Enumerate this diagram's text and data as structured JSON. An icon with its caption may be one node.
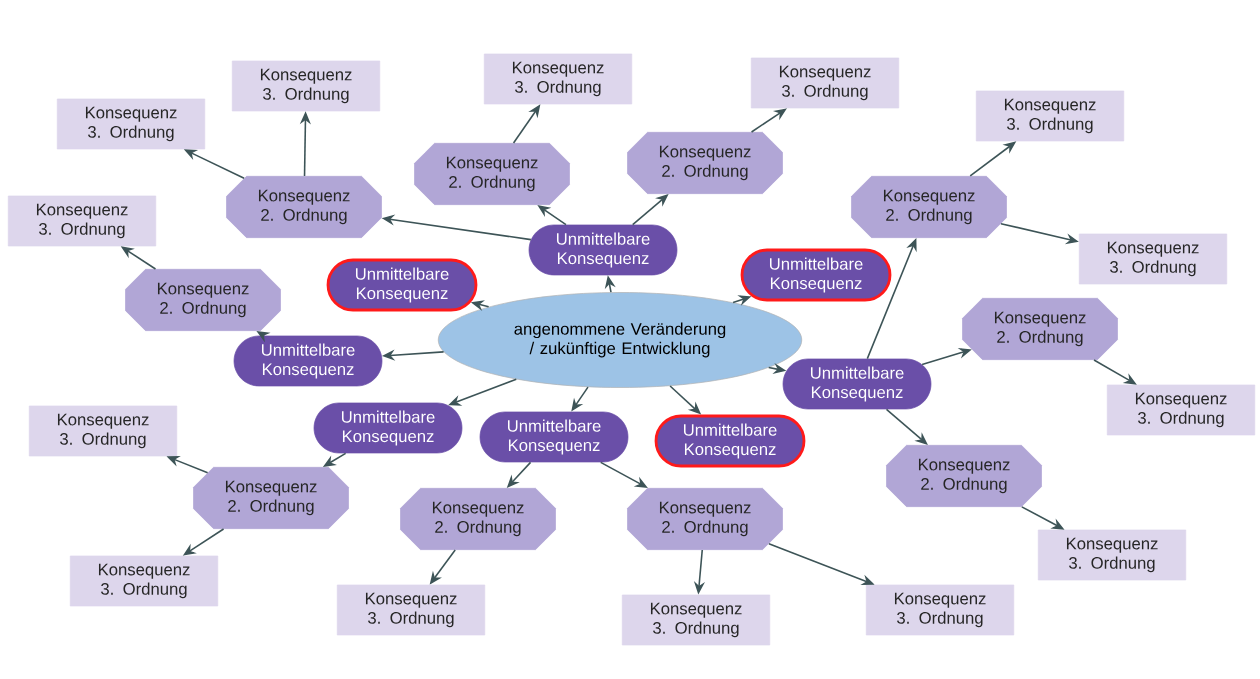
{
  "diagram": {
    "nodes": [
      {
        "text": [
          "angenommene Veränderung / zukünftige Entwicklung"
        ]
      },
      {
        "text": [
          "Unmittelbare Konsequenz"
        ]
      },
      {
        "text": [
          "Unmittelbare Konsequenz"
        ]
      },
      {
        "text": [
          "Unmittelbare Konsequenz"
        ]
      },
      {
        "text": [
          "Unmittelbare Konsequenz"
        ]
      },
      {
        "text": [
          "Unmittelbare Konsequenz"
        ]
      },
      {
        "text": [
          "Unmittelbare Konsequenz"
        ]
      },
      {
        "text": [
          "Unmittelbare Konsequenz"
        ]
      },
      {
        "text": [
          "Unmittelbare Konsequenz"
        ]
      },
      {
        "text": [
          "Konsequenz 2. Ordnung"
        ]
      },
      {
        "text": [
          "Konsequenz 2. Ordnung"
        ]
      },
      {
        "text": [
          "Konsequenz 2. Ordnung"
        ]
      },
      {
        "text": [
          "Konsequenz 2. Ordnung"
        ]
      },
      {
        "text": [
          "Konsequenz 2. Ordnung"
        ]
      },
      {
        "text": [
          "Konsequenz 2. Ordnung"
        ]
      },
      {
        "text": [
          "Konsequenz 2. Ordnung"
        ]
      },
      {
        "text": [
          "Konsequenz 2. Ordnung"
        ]
      },
      {
        "text": [
          "Konsequenz 2. Ordnung"
        ]
      },
      {
        "text": [
          "Konsequenz 2. Ordnung"
        ]
      },
      {
        "text": [
          "Konsequenz 3. Ordnung"
        ]
      },
      {
        "text": [
          "Konsequenz 3. Ordnung"
        ]
      },
      {
        "text": [
          "Konsequenz 3. Ordnung"
        ]
      },
      {
        "text": [
          "Konsequenz 3. Ordnung"
        ]
      },
      {
        "text": [
          "Konsequenz 3. Ordnung"
        ]
      },
      {
        "text": [
          "Konsequenz 3. Ordnung"
        ]
      },
      {
        "text": [
          "Konsequenz 3. Ordnung"
        ]
      },
      {
        "text": [
          "Konsequenz 3. Ordnung"
        ]
      },
      {
        "text": [
          "Konsequenz 3. Ordnung"
        ]
      },
      {
        "text": [
          "Konsequenz 3. Ordnung"
        ]
      },
      {
        "text": [
          "Konsequenz 3. Ordnung"
        ]
      },
      {
        "text": [
          "Konsequenz 3. Ordnung"
        ]
      },
      {
        "text": [
          "Konsequenz 3. Ordnung"
        ]
      },
      {
        "text": [
          "Konsequenz 3. Ordnung"
        ]
      }
    ],
    "edges": [
      {
        "from": 0,
        "to": 1,
        "arrow": "to"
      },
      {
        "from": 0,
        "to": 2,
        "arrow": "to"
      },
      {
        "from": 0,
        "to": 3,
        "arrow": "to"
      },
      {
        "from": 0,
        "to": 4,
        "arrow": "to"
      },
      {
        "from": 0,
        "to": 5,
        "arrow": "to"
      },
      {
        "from": 0,
        "to": 6,
        "arrow": "to"
      },
      {
        "from": 0,
        "to": 7,
        "arrow": "to"
      },
      {
        "from": 0,
        "to": 8,
        "arrow": "to"
      },
      {
        "from": 1,
        "to": 9,
        "arrow": "to"
      },
      {
        "from": 1,
        "to": 10,
        "arrow": "to"
      },
      {
        "from": 1,
        "to": 11,
        "arrow": "to"
      },
      {
        "from": 4,
        "to": 12,
        "arrow": "to"
      },
      {
        "from": 5,
        "to": 13,
        "arrow": "to"
      },
      {
        "from": 6,
        "to": 14,
        "arrow": "to"
      },
      {
        "from": 6,
        "to": 15,
        "arrow": "to"
      },
      {
        "from": 8,
        "to": 16,
        "arrow": "to"
      },
      {
        "from": 8,
        "to": 17,
        "arrow": "to"
      },
      {
        "from": 8,
        "to": 18,
        "arrow": "to"
      },
      {
        "from": 9,
        "to": 19,
        "arrow": "to"
      },
      {
        "from": 9,
        "to": 20,
        "arrow": "to"
      },
      {
        "from": 10,
        "to": 21,
        "arrow": "to"
      },
      {
        "from": 11,
        "to": 22,
        "arrow": "to"
      },
      {
        "from": 12,
        "to": 23,
        "arrow": "to"
      },
      {
        "from": 13,
        "to": 24,
        "arrow": "to"
      },
      {
        "from": 13,
        "to": 25,
        "arrow": "to"
      },
      {
        "from": 14,
        "to": 26,
        "arrow": "to"
      },
      {
        "from": 15,
        "to": 27,
        "arrow": "to"
      },
      {
        "from": 15,
        "to": 28,
        "arrow": "to"
      },
      {
        "from": 16,
        "to": 29,
        "arrow": "to"
      },
      {
        "from": 16,
        "to": 30,
        "arrow": "to"
      },
      {
        "from": 17,
        "to": 31,
        "arrow": "to"
      },
      {
        "from": 18,
        "to": 32,
        "arrow": "to"
      }
    ]
  }
}
